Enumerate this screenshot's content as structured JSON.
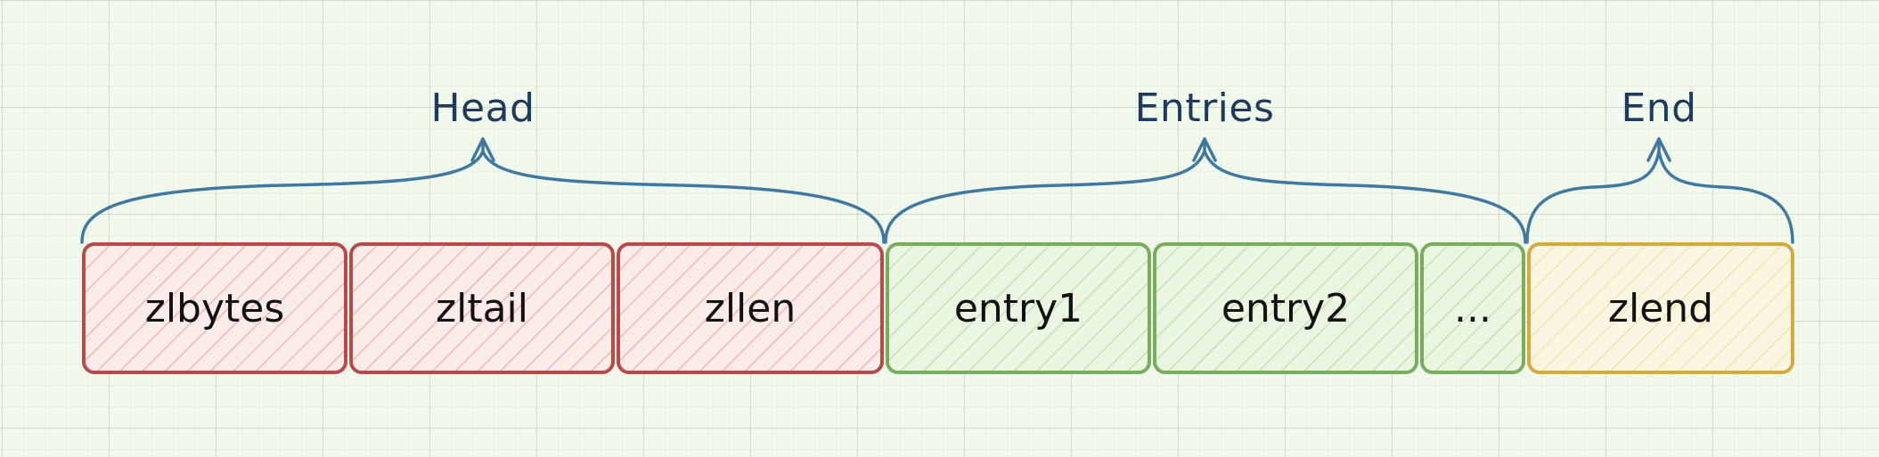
{
  "groups": {
    "head": "Head",
    "entries": "Entries",
    "end": "End"
  },
  "blocks": {
    "zlbytes": "zlbytes",
    "zltail": "zltail",
    "zllen": "zllen",
    "entry1": "entry1",
    "entry2": "entry2",
    "ellipsis": "...",
    "zlend": "zlend"
  },
  "colors": {
    "head_stroke": "#b84a4a",
    "head_fill": "#f7c9c6",
    "entries_stroke": "#78ad5c",
    "entries_fill": "#cfe8c0",
    "end_stroke": "#d6a93c",
    "end_fill": "#f8edc6",
    "brace": "#3f78a0",
    "label_text": "#1f3a5c"
  }
}
